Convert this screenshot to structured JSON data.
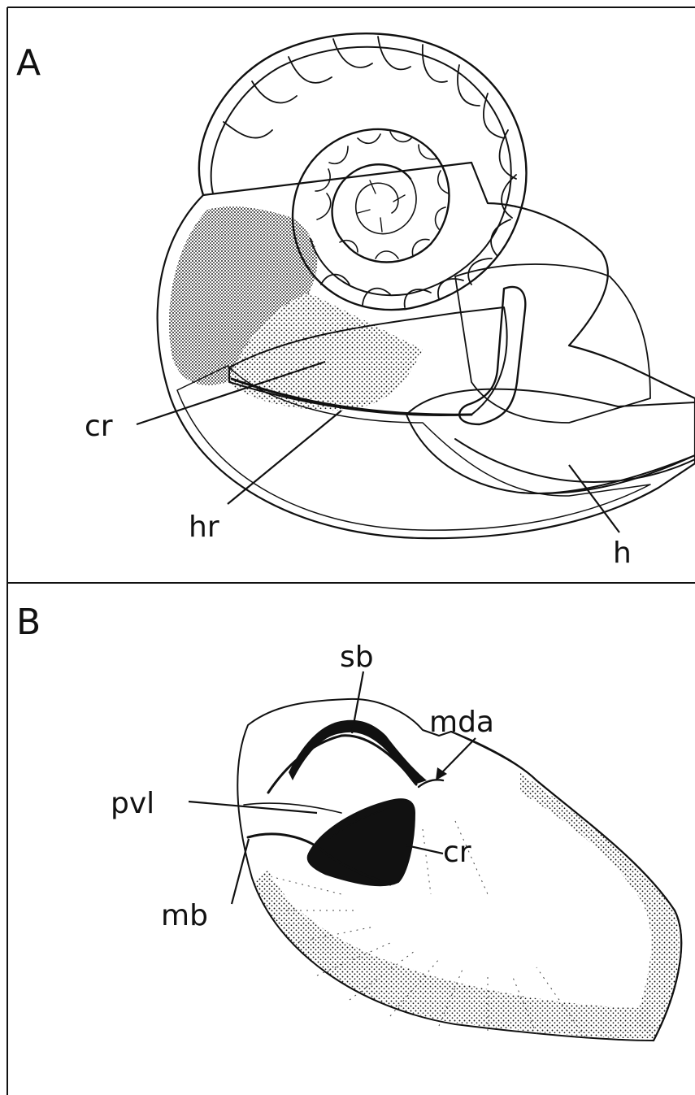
{
  "panel_a": {
    "letter": "A",
    "labels": {
      "cr": "cr",
      "hr": "hr",
      "h": "h"
    }
  },
  "panel_b": {
    "letter": "B",
    "labels": {
      "sb": "sb",
      "mda": "mda",
      "pvl": "pvl",
      "cr": "cr",
      "mb": "mb"
    }
  },
  "colors": {
    "ink": "#111111",
    "paper": "#ffffff"
  }
}
